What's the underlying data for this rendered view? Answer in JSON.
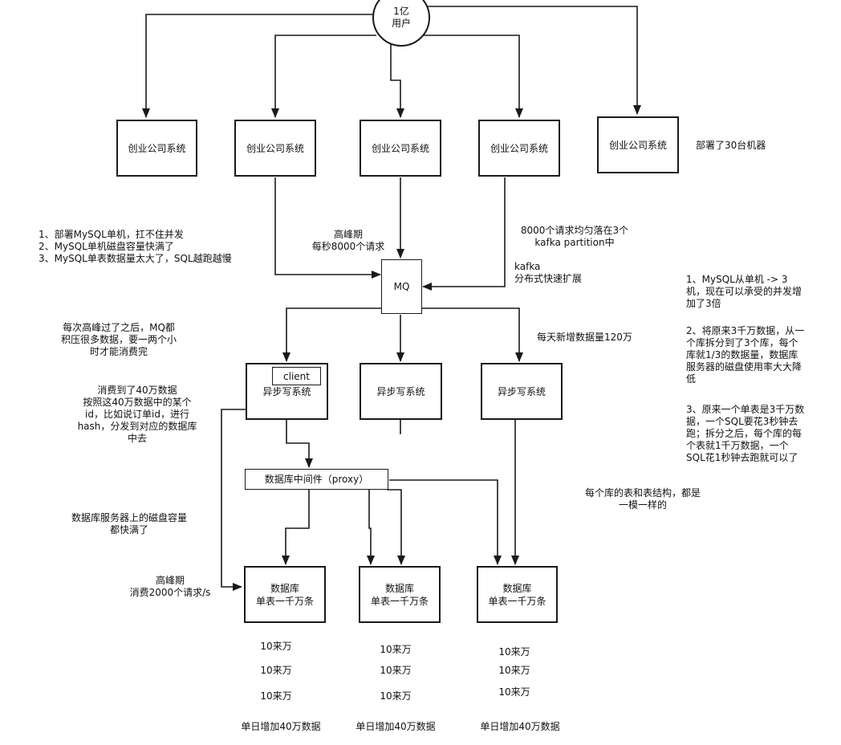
{
  "nodes": {
    "users": "1亿\n用户",
    "startup_1": "创业公司系统",
    "startup_2": "创业公司系统",
    "startup_3": "创业公司系统",
    "startup_4": "创业公司系统",
    "startup_5": "创业公司系统",
    "mq": "MQ",
    "async_1": "异步写系统",
    "async_2": "异步写系统",
    "async_3": "异步写系统",
    "client": "client",
    "proxy": "数据库中间件（proxy）",
    "db_1": "数据库\n单表一千万条",
    "db_2": "数据库\n单表一千万条",
    "db_3": "数据库\n单表一千万条"
  },
  "notes": {
    "machines": "部署了30台机器",
    "mysql_problems": "1、部署MySQL单机，扛不住并发\n2、MySQL单机磁盘容量快满了\n3、MySQL单表数据量太大了，SQL越跑越慢",
    "peak": "高峰期\n每秒8000个请求",
    "kafka_partition": "8000个请求均匀落在3个\nkafka partition中",
    "kafka_scale": "kafka\n分布式快速扩展",
    "mq_backlog": "每次高峰过了之后，MQ都\n积压很多数据，要一两个小\n时才能消费完",
    "daily_new": "每天新增数据量120万",
    "consume_hash": "消费到了40万数据\n按照这40万数据中的某个\nid，比如说订单id，进行\nhash，分发到对应的数据库\n中去",
    "disk_full": "数据库服务器上的磁盘容量\n都快满了",
    "peak_consume": "高峰期\n消费2000个请求/s",
    "same_schema": "每个库的表和表结构，都是\n一模一样的",
    "benefit_1": "1、MySQL从单机 -> 3\n机，现在可以承受的并发增\n加了3倍",
    "benefit_2": "2、将原来3千万数据，从一\n个库拆分到了3个库，每个\n库就1/3的数据量，数据库\n服务器的磁盘使用率大大降\n低",
    "benefit_3": "3、原来一个单表是3千万数\n据，一个SQL要花3秒钟去\n跑；拆分之后，每个库的每\n个表就1千万数据，一个\nSQL花1秒钟去跑就可以了"
  },
  "db_counts": {
    "db1": [
      "10来万",
      "10来万",
      "10来万"
    ],
    "db2": [
      "10来万",
      "10来万",
      "10来万"
    ],
    "db3": [
      "10来万",
      "10来万",
      "10来万"
    ]
  },
  "daily_totals": [
    "单日增加40万数据",
    "单日增加40万数据",
    "单日增加40万数据"
  ]
}
